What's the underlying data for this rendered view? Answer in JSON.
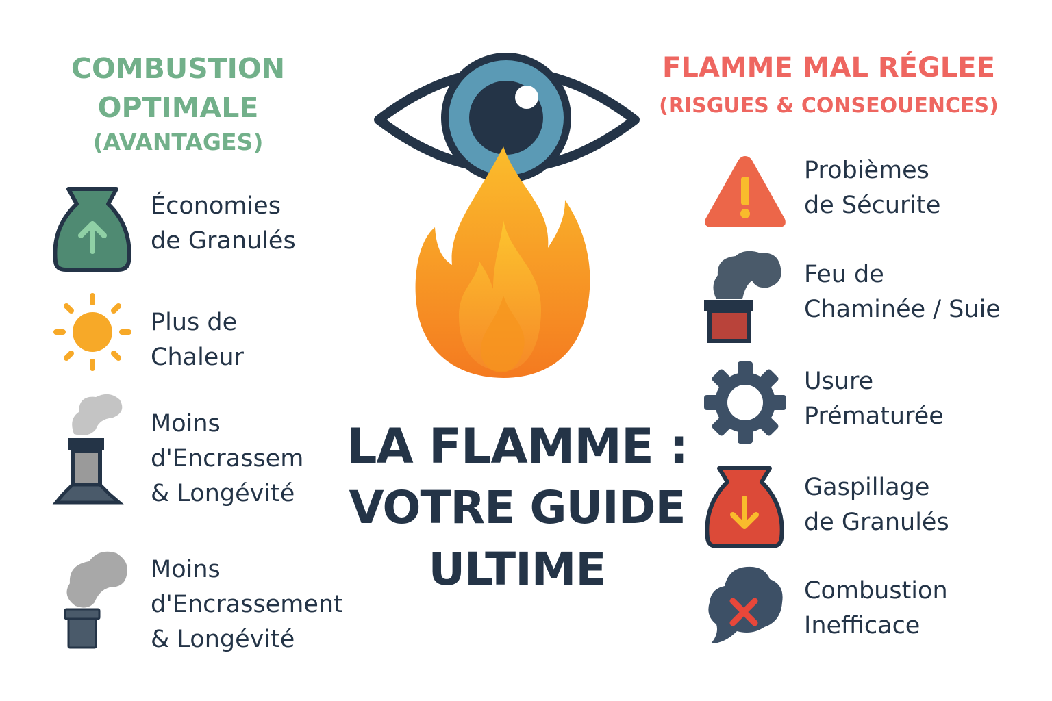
{
  "left_heading": {
    "line1": "COMBUSTION",
    "line2": "OPTIMALE",
    "line3": "(AVANTAGES)"
  },
  "right_heading": {
    "line1": "FLAMME MAL RÉGLEE",
    "line2": "(RISGUES & CONSEOUENCES)"
  },
  "title": {
    "line1": "LA FLAMME :",
    "line2": "VOTRE GUIDE",
    "line3": "ULTIME"
  },
  "left_items": [
    {
      "icon": "money-bag-up-arrow-icon",
      "lines": [
        "Économies",
        "de Granulés"
      ]
    },
    {
      "icon": "sun-icon",
      "lines": [
        "Plus de",
        "Chaleur"
      ]
    },
    {
      "icon": "chimney-light-smoke-icon",
      "lines": [
        "Moins",
        "d'Encrassem",
        "& Longévité"
      ]
    },
    {
      "icon": "chimney-smoke-icon",
      "lines": [
        "Moins",
        "d'Encrassement",
        "& Longévité"
      ]
    }
  ],
  "right_items": [
    {
      "icon": "warning-triangle-icon",
      "lines": [
        "Probièmes",
        "de Sécurite"
      ]
    },
    {
      "icon": "chimney-fire-smoke-icon",
      "lines": [
        "Feu de",
        "Chaminée / Suie"
      ]
    },
    {
      "icon": "gear-icon",
      "lines": [
        "Usure",
        "Prématurée"
      ]
    },
    {
      "icon": "money-bag-down-arrow-icon",
      "lines": [
        "Gaspillage",
        "de Granulés"
      ]
    },
    {
      "icon": "smoke-cloud-x-icon",
      "lines": [
        "Combustion",
        "Inefficace"
      ]
    }
  ],
  "colors": {
    "positive": "#72b08a",
    "negative": "#ee6660",
    "text": "#243447",
    "flame": "#f7941d"
  }
}
